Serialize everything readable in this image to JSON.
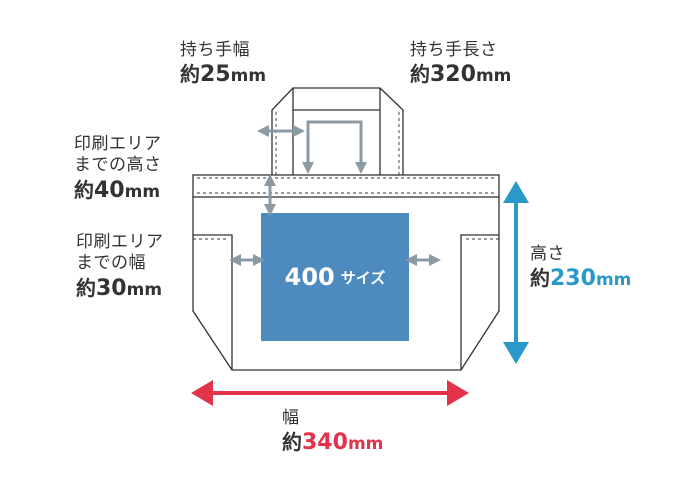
{
  "colors": {
    "outline": "#333333",
    "print_area": "#4d8bbf",
    "dim_arrow": "#8c9aa4",
    "height_arrow": "#2a98c8",
    "width_arrow": "#e2334a",
    "text": "#333333"
  },
  "icons": [
    "tote-bag-outline",
    "double-arrow"
  ],
  "labels": {
    "handle_width": {
      "title": "持ち手幅",
      "prefix": "約",
      "value": "25",
      "unit": "mm"
    },
    "handle_length": {
      "title": "持ち手長さ",
      "prefix": "約",
      "value": "320",
      "unit": "mm"
    },
    "print_top": {
      "title_line1": "印刷エリア",
      "title_line2": "までの高さ",
      "prefix": "約",
      "value": "40",
      "unit": "mm"
    },
    "print_side": {
      "title_line1": "印刷エリア",
      "title_line2": "までの幅",
      "prefix": "約",
      "value": "30",
      "unit": "mm"
    },
    "height": {
      "title": "高さ",
      "prefix": "約",
      "value": "230",
      "unit": "mm"
    },
    "width": {
      "title": "幅",
      "prefix": "約",
      "value": "340",
      "unit": "mm"
    },
    "print_area": {
      "number": "400",
      "text": "サイズ"
    }
  }
}
